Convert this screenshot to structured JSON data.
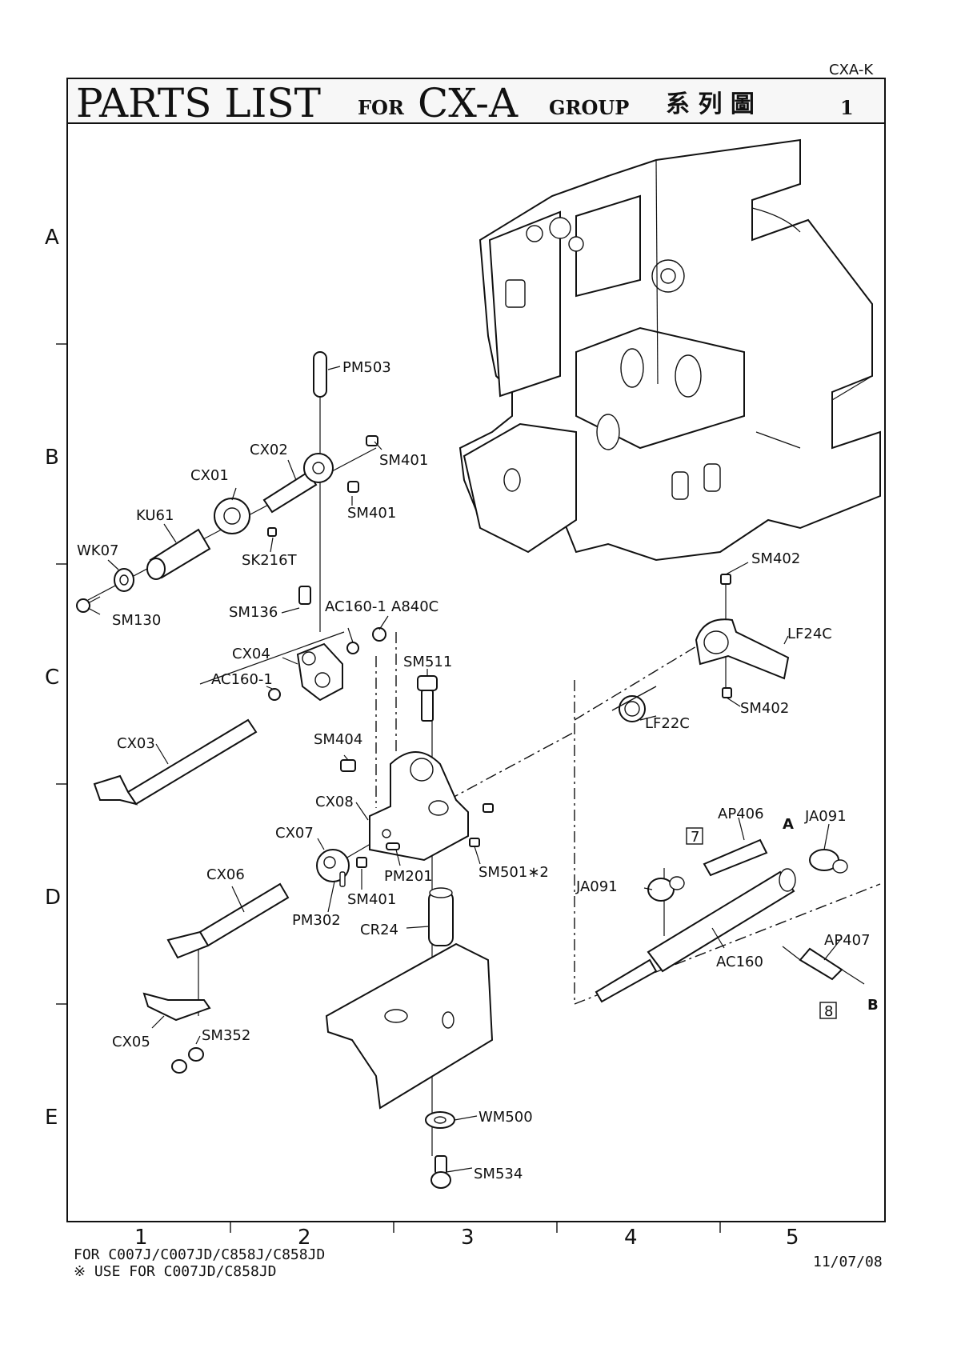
{
  "sheet_code": "CXA-K",
  "title": {
    "main": "PARTS LIST",
    "for": "FOR",
    "model": "CX-A",
    "group": "GROUP",
    "cjk": "系 列 圖",
    "page": "1"
  },
  "row_labels": [
    "A",
    "B",
    "C",
    "D",
    "E"
  ],
  "column_labels": [
    "1",
    "2",
    "3",
    "4",
    "5"
  ],
  "parts": {
    "pm503": "PM503",
    "cx02": "CX02",
    "sm401_a": "SM401",
    "cx01": "CX01",
    "sm401_b": "SM401",
    "ku61": "KU61",
    "wk07": "WK07",
    "sk216t": "SK216T",
    "sm130": "SM130",
    "sm136": "SM136",
    "ac160_1_a": "AC160-1",
    "a840c": "A840C",
    "cx04": "CX04",
    "sm511": "SM511",
    "ac160_1_b": "AC160-1",
    "cx03": "CX03",
    "sm404": "SM404",
    "cx08": "CX08",
    "cx07": "CX07",
    "pm201": "PM201",
    "sm501": "SM501∗2",
    "cx06": "CX06",
    "sm401_c": "SM401",
    "pm302": "PM302",
    "cr24": "CR24",
    "cx05": "CX05",
    "sm352": "SM352",
    "wm500": "WM500",
    "sm534": "SM534",
    "sm402_a": "SM402",
    "lf24c": "LF24C",
    "lf22c": "LF22C",
    "sm402_b": "SM402",
    "ap406": "AP406",
    "ja091_a": "JA091",
    "ja091_b": "JA091",
    "ac160": "AC160",
    "ap407": "AP407"
  },
  "callouts": {
    "box7": "7",
    "box8": "8",
    "ref_a": "A",
    "ref_b": "B"
  },
  "footer": {
    "line1": "FOR C007J/C007JD/C858J/C858JD",
    "line2": "※ USE FOR C007JD/C858JD",
    "date": "11/07/08"
  }
}
